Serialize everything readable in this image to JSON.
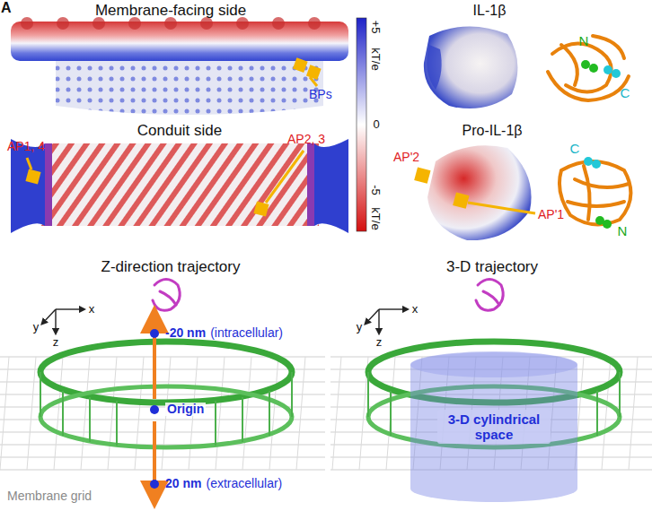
{
  "diagram": {
    "nodes": [
      {
        "text": [
          "3-D cylindrical space"
        ]
      }
    ],
    "labels": [
      "A",
      "Membrane-facing side",
      "BPs",
      "Conduit side",
      "AP1, 4",
      "AP2, 3",
      "+5",
      "kT/e",
      "0",
      "-5",
      "kT/e",
      "IL-1β",
      "N",
      "C",
      "Pro-IL-1β",
      "AP'2",
      "AP'1",
      "C",
      "N",
      "Z-direction trajectory",
      "x",
      "y",
      "z",
      "-20 nm",
      "(intracellular)",
      "Origin",
      "20 nm",
      "(extracellular)",
      "Membrane grid",
      "3-D trajectory",
      "x",
      "y",
      "z"
    ]
  }
}
